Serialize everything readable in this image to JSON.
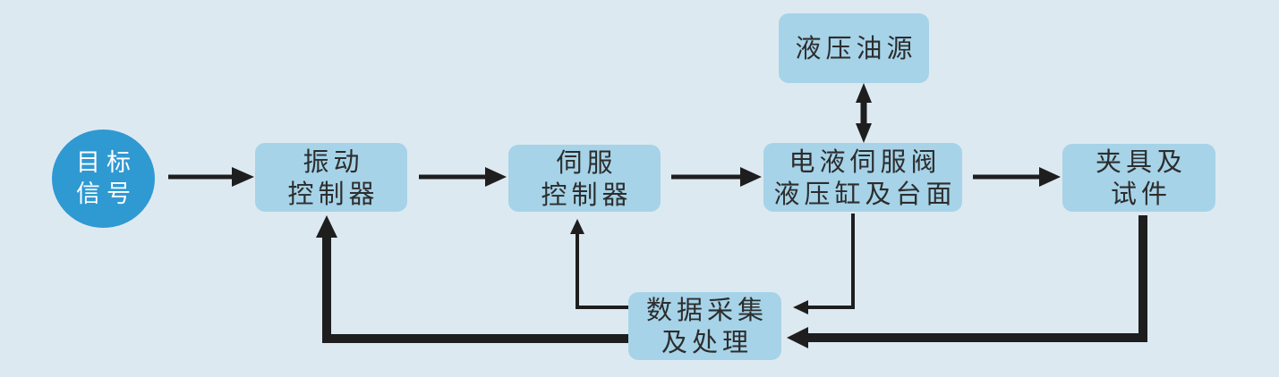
{
  "diagram": {
    "type": "flowchart",
    "description_language": "zh-CN",
    "nodes": {
      "target_signal": {
        "label": "目标\n信号",
        "shape": "circle"
      },
      "vibration_controller": {
        "label": "振动\n控制器",
        "shape": "rounded-rect"
      },
      "servo_controller": {
        "label": "伺服\n控制器",
        "shape": "rounded-rect"
      },
      "servo_valve_cylinder_table": {
        "label": "电液伺服阀\n液压缸及台面",
        "shape": "rounded-rect"
      },
      "fixture_specimen": {
        "label": "夹具及\n试件",
        "shape": "rounded-rect"
      },
      "hydraulic_oil_source": {
        "label": "液压油源",
        "shape": "rounded-rect"
      },
      "data_acquisition_processing": {
        "label": "数据采集\n及处理",
        "shape": "rounded-rect"
      }
    },
    "edges": [
      {
        "from": "target_signal",
        "to": "vibration_controller",
        "style": "single-arrow",
        "weight": "medium"
      },
      {
        "from": "vibration_controller",
        "to": "servo_controller",
        "style": "single-arrow",
        "weight": "medium"
      },
      {
        "from": "servo_controller",
        "to": "servo_valve_cylinder_table",
        "style": "single-arrow",
        "weight": "medium"
      },
      {
        "from": "servo_valve_cylinder_table",
        "to": "fixture_specimen",
        "style": "single-arrow",
        "weight": "medium"
      },
      {
        "from": "hydraulic_oil_source",
        "to": "servo_valve_cylinder_table",
        "style": "double-arrow",
        "weight": "medium"
      },
      {
        "from": "servo_valve_cylinder_table",
        "to": "data_acquisition_processing",
        "style": "single-arrow",
        "weight": "thin"
      },
      {
        "from": "fixture_specimen",
        "to": "data_acquisition_processing",
        "style": "single-arrow",
        "weight": "thick"
      },
      {
        "from": "data_acquisition_processing",
        "to": "servo_controller",
        "style": "single-arrow",
        "weight": "thin"
      },
      {
        "from": "data_acquisition_processing",
        "to": "vibration_controller",
        "style": "single-arrow",
        "weight": "thick"
      }
    ],
    "colors": {
      "background": "#dde9f1",
      "node_fill": "#a6d3e8",
      "circle_fill": "#2f99d2",
      "arrow": "#1e1e1e",
      "text": "#2d2d2d",
      "circle_text": "#ffffff"
    }
  }
}
